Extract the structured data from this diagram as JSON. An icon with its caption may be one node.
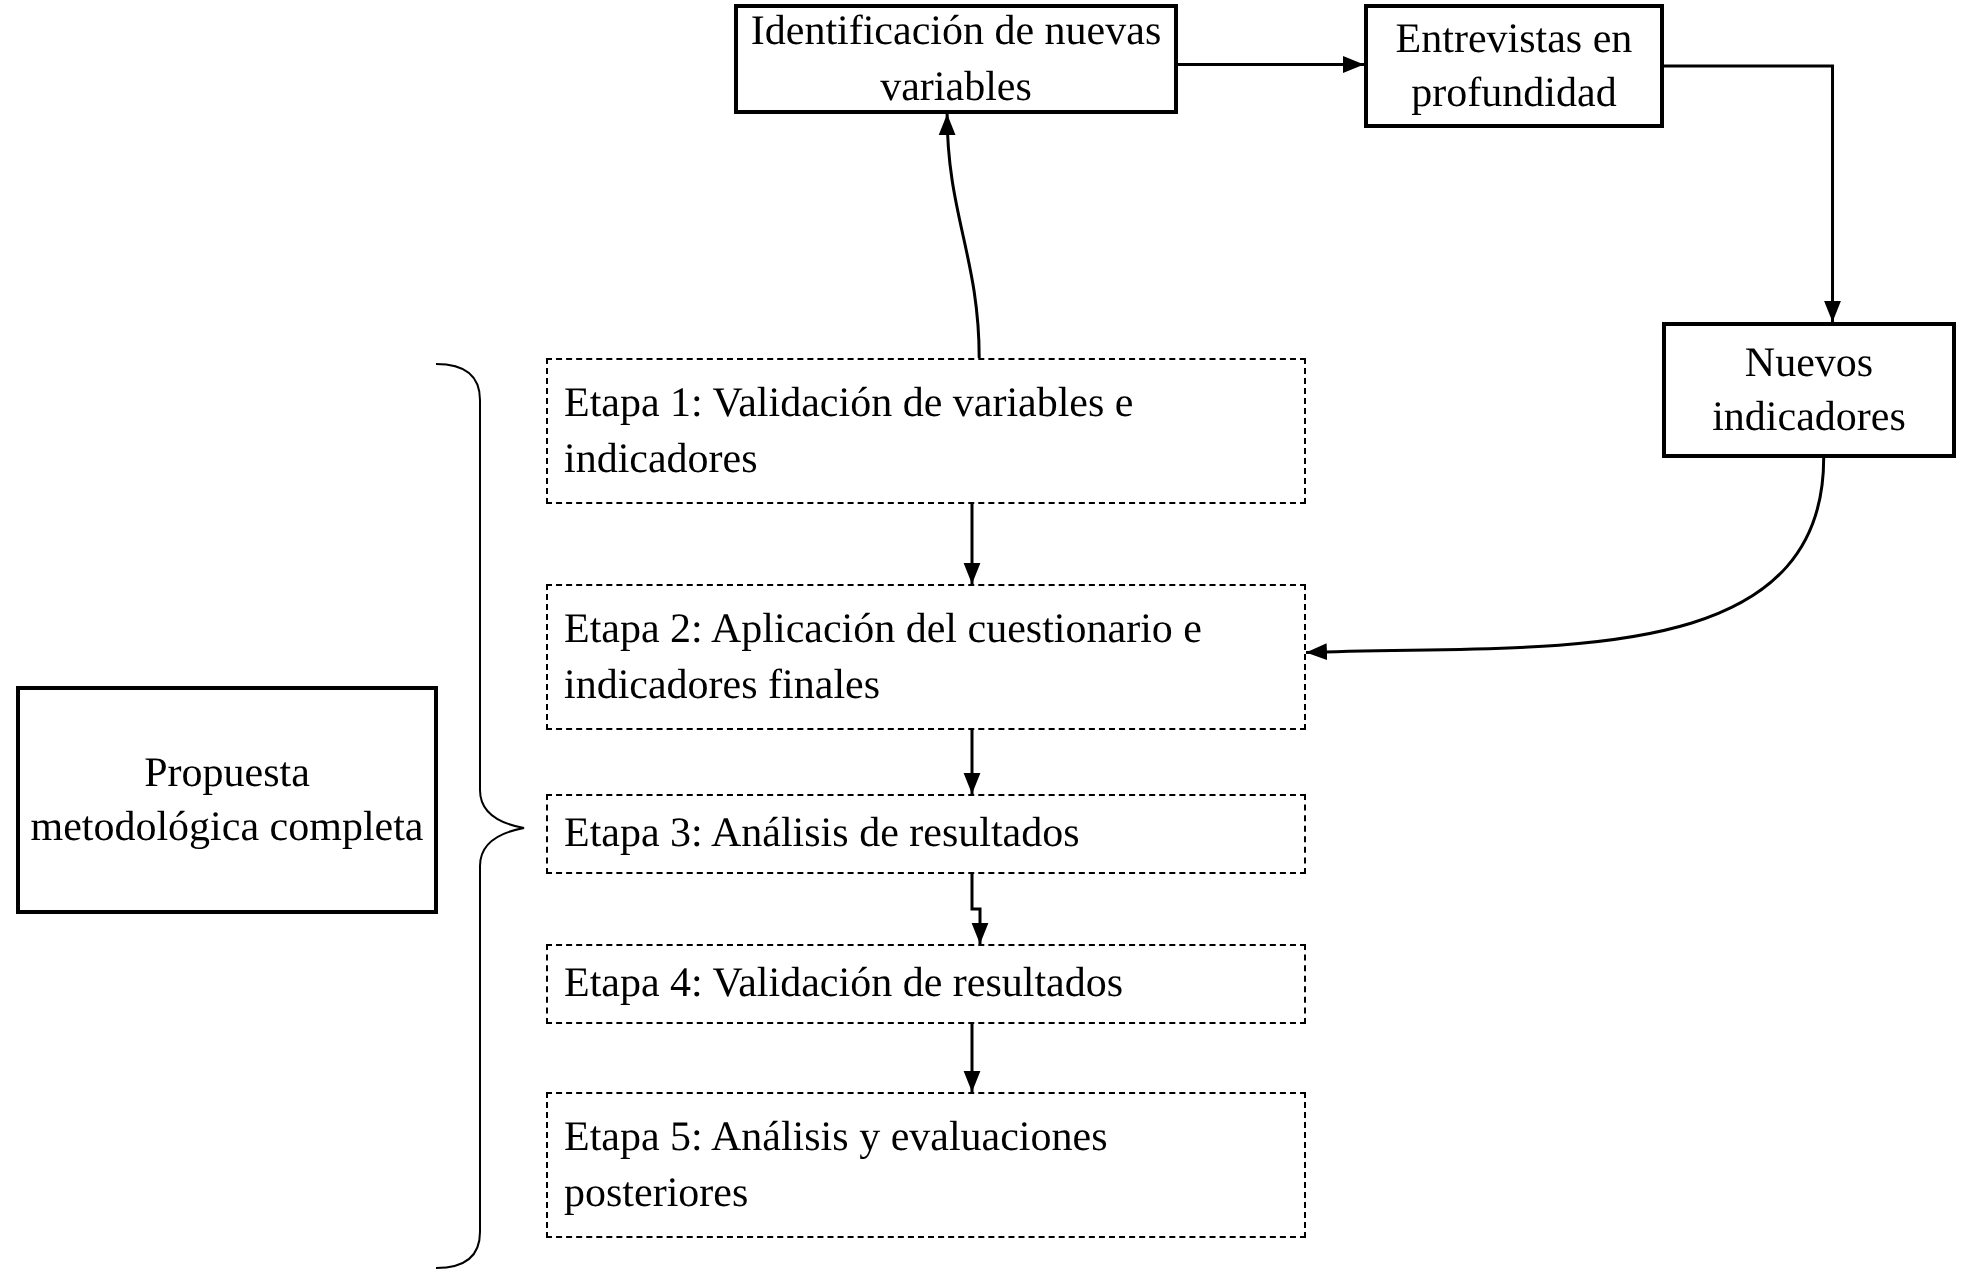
{
  "diagram": {
    "nodes": [
      {
        "text": [
          "Identificación de nuevas variables"
        ]
      },
      {
        "text": [
          "Entrevistas en profundidad"
        ]
      },
      {
        "text": [
          "Nuevos indicadores"
        ]
      },
      {
        "text": [
          "Etapa 1: Validación de variables e indicadores"
        ]
      },
      {
        "text": [
          "Etapa 2: Aplicación del cuestionario e indicadores finales"
        ]
      },
      {
        "text": [
          "Etapa 3: Análisis de resultados"
        ]
      },
      {
        "text": [
          "Etapa 4: Validación de resultados"
        ]
      },
      {
        "text": [
          "Etapa 5: Análisis y evaluaciones posteriores"
        ]
      },
      {
        "text": [
          "Propuesta metodológica completa"
        ]
      }
    ],
    "edges": [
      {
        "from": 3,
        "to": 0,
        "arrow": "to"
      },
      {
        "from": 0,
        "to": 1,
        "arrow": "to"
      },
      {
        "from": 1,
        "to": 2,
        "arrow": "to"
      },
      {
        "from": 2,
        "to": 4,
        "arrow": "to"
      },
      {
        "from": 3,
        "to": 4,
        "arrow": "to"
      },
      {
        "from": 4,
        "to": 5,
        "arrow": "to"
      },
      {
        "from": 5,
        "to": 6,
        "arrow": "to"
      },
      {
        "from": 6,
        "to": 7,
        "arrow": "to"
      }
    ]
  }
}
